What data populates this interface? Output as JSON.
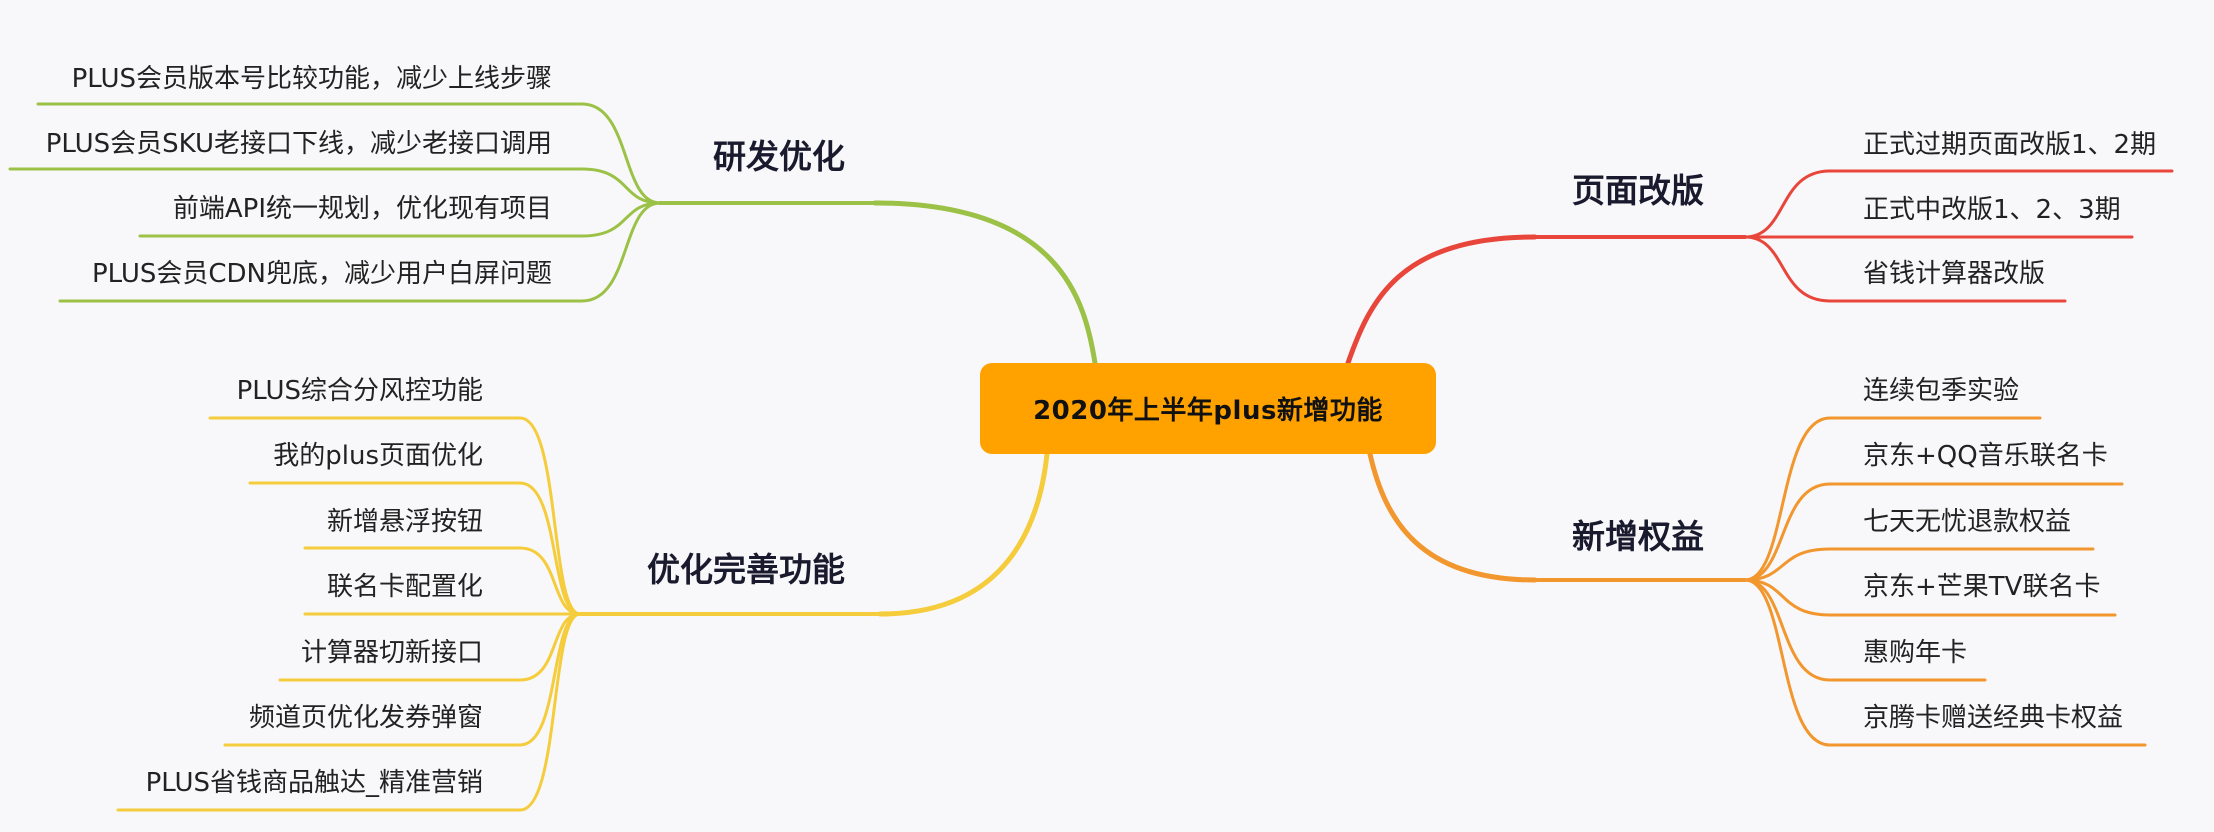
{
  "central_topic": "2020年上半年plus新增功能",
  "colors": {
    "background": "#f8f8fa",
    "central": "#ffa200",
    "research": "#9bc146",
    "redesign": "#e8463a",
    "improve": "#f5cc3c",
    "rights": "#f2962e"
  },
  "branches": {
    "research": {
      "label": "研发优化",
      "items": [
        "PLUS会员版本号比较功能，减少上线步骤",
        "PLUS会员SKU老接口下线，减少老接口调用",
        "前端API统一规划，优化现有项目",
        "PLUS会员CDN兜底，减少用户白屏问题"
      ]
    },
    "redesign": {
      "label": "页面改版",
      "items": [
        "正式过期页面改版1、2期",
        "正式中改版1、2、3期",
        "省钱计算器改版"
      ]
    },
    "improve": {
      "label": "优化完善功能",
      "items": [
        "PLUS综合分风控功能",
        "我的plus页面优化",
        "新增悬浮按钮",
        "联名卡配置化",
        "计算器切新接口",
        "频道页优化发券弹窗",
        "PLUS省钱商品触达_精准营销"
      ]
    },
    "rights": {
      "label": "新增权益",
      "items": [
        "连续包季实验",
        "京东+QQ音乐联名卡",
        "七天无忧退款权益",
        "京东+芒果TV联名卡",
        "惠购年卡",
        "京腾卡赠送经典卡权益"
      ]
    }
  }
}
